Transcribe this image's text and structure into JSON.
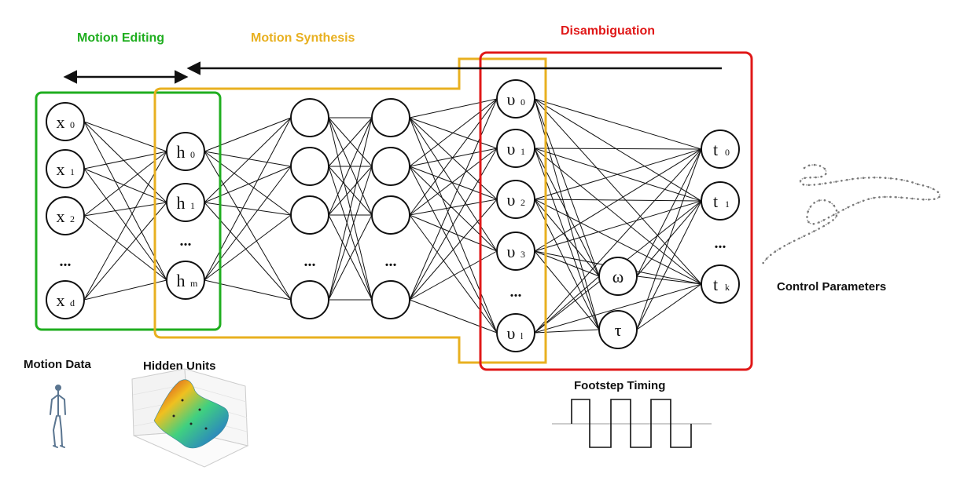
{
  "regions": {
    "editing": {
      "label": "Motion Editing",
      "color": "#1fae1f"
    },
    "synthesis": {
      "label": "Motion Synthesis",
      "color": "#e8b020"
    },
    "disambiguation": {
      "label": "Disambiguation",
      "color": "#e01818"
    }
  },
  "captions": {
    "motion_data": "Motion Data",
    "hidden_units": "Hidden Units",
    "footstep_timing": "Footstep Timing",
    "control_parameters": "Control Parameters"
  },
  "nodes": {
    "input": [
      [
        "x",
        "0"
      ],
      [
        "x",
        "1"
      ],
      [
        "x",
        "2"
      ],
      [
        "x",
        "d"
      ]
    ],
    "hidden": [
      [
        "h",
        "0"
      ],
      [
        "h",
        "1"
      ],
      [
        "h",
        "m"
      ]
    ],
    "latent": [
      [
        "υ",
        "0"
      ],
      [
        "υ",
        "1"
      ],
      [
        "υ",
        "2"
      ],
      [
        "υ",
        "3"
      ],
      [
        "υ",
        "l"
      ]
    ],
    "timing": [
      [
        "ω",
        ""
      ],
      [
        "τ",
        ""
      ]
    ],
    "control": [
      [
        "t",
        "0"
      ],
      [
        "t",
        "1"
      ],
      [
        "t",
        "k"
      ]
    ],
    "ellipsis": "..."
  },
  "colors": {
    "line": "#111111",
    "node_fill": "#ffffff",
    "node_stroke": "#111111"
  },
  "icons": [
    "skeleton-icon",
    "surface-plot-icon",
    "square-wave-icon",
    "trajectory-icon",
    "double-arrow-icon",
    "left-arrow-icon"
  ]
}
